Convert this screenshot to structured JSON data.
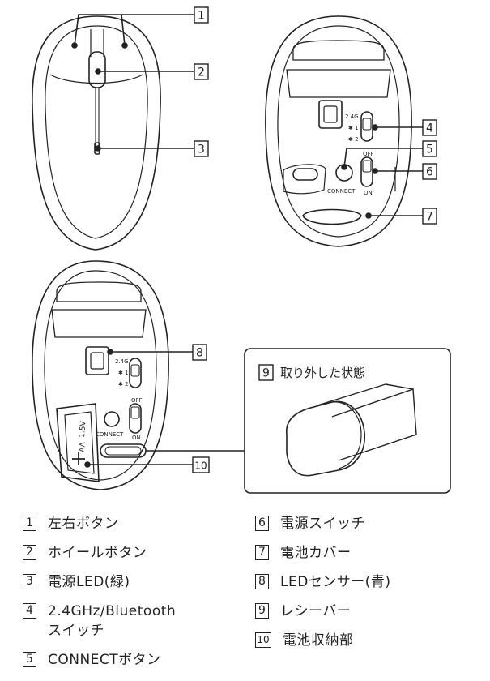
{
  "callouts": {
    "c1": "1",
    "c2": "2",
    "c3": "3",
    "c4": "4",
    "c5": "5",
    "c6": "6",
    "c7": "7",
    "c8": "8",
    "c9": "9",
    "c10": "10"
  },
  "switch1": {
    "top": "2.4G",
    "bt1": "✱ 1",
    "bt2": "✱ 2",
    "off": "OFF",
    "on": "ON",
    "connect": "CONNECT"
  },
  "switch2": {
    "top": "2.4G",
    "bt1": "✱ 1",
    "bt2": "✱ 2",
    "off": "OFF",
    "on": "ON",
    "connect": "CONNECT"
  },
  "battery": {
    "aa": "AA",
    "v": "1.5V"
  },
  "receiver_title": "取り外した状態",
  "legend": [
    {
      "num": "1",
      "label": "左右ボタン"
    },
    {
      "num": "2",
      "label": "ホイールボタン"
    },
    {
      "num": "3",
      "label": "電源LED(緑)"
    },
    {
      "num": "4",
      "label": "2.4GHz/Bluetooth\nスイッチ"
    },
    {
      "num": "5",
      "label": "CONNECTボタン"
    },
    {
      "num": "6",
      "label": "電源スイッチ"
    },
    {
      "num": "7",
      "label": "電池カバー"
    },
    {
      "num": "8",
      "label": "LEDセンサー(青)"
    },
    {
      "num": "9",
      "label": "レシーバー"
    },
    {
      "num": "10",
      "label": "電池収納部"
    }
  ]
}
